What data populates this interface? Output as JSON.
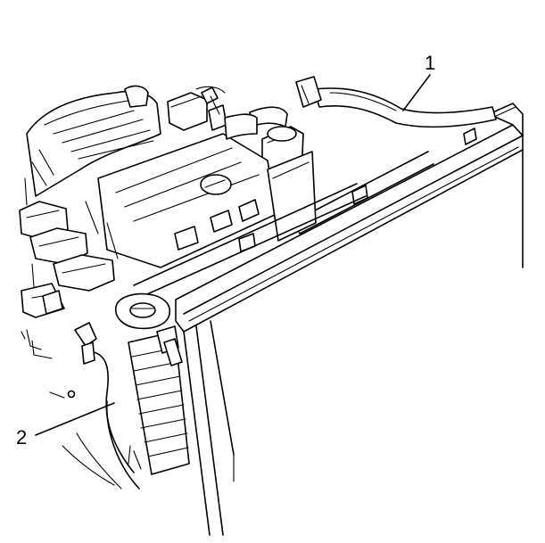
{
  "callouts": [
    {
      "label": "1",
      "part": "upper-radiator-hose"
    },
    {
      "label": "2",
      "part": "lower-radiator-hose"
    }
  ],
  "colors": {
    "line": "#000000",
    "background": "#ffffff"
  }
}
